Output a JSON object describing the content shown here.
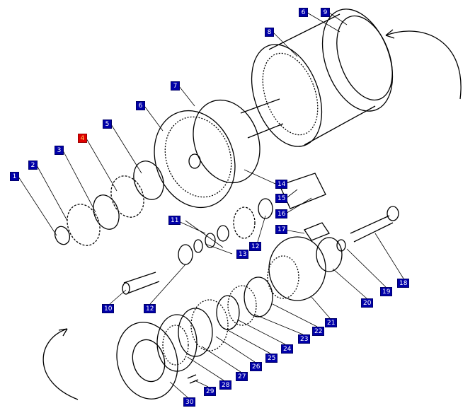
{
  "diagram": {
    "colors": {
      "callout": "#0000a8",
      "callout_selected": "#e00000",
      "callout_selected_text": "#ffe066",
      "line": "#000000"
    },
    "selected": "4",
    "callouts": [
      {
        "id": "c1",
        "label": "1"
      },
      {
        "id": "c2",
        "label": "2"
      },
      {
        "id": "c3",
        "label": "3"
      },
      {
        "id": "c4",
        "label": "4"
      },
      {
        "id": "c5",
        "label": "5"
      },
      {
        "id": "c6a",
        "label": "6"
      },
      {
        "id": "c7",
        "label": "7"
      },
      {
        "id": "c8",
        "label": "8"
      },
      {
        "id": "c6b",
        "label": "6"
      },
      {
        "id": "c9",
        "label": "9"
      },
      {
        "id": "c14",
        "label": "14"
      },
      {
        "id": "c15",
        "label": "15"
      },
      {
        "id": "c16",
        "label": "16"
      },
      {
        "id": "c17",
        "label": "17"
      },
      {
        "id": "c11",
        "label": "11"
      },
      {
        "id": "c12a",
        "label": "12"
      },
      {
        "id": "c13",
        "label": "13"
      },
      {
        "id": "c10",
        "label": "10"
      },
      {
        "id": "c12b",
        "label": "12"
      },
      {
        "id": "c18",
        "label": "18"
      },
      {
        "id": "c19",
        "label": "19"
      },
      {
        "id": "c20",
        "label": "20"
      },
      {
        "id": "c21",
        "label": "21"
      },
      {
        "id": "c22",
        "label": "22"
      },
      {
        "id": "c23",
        "label": "23"
      },
      {
        "id": "c24",
        "label": "24"
      },
      {
        "id": "c25",
        "label": "25"
      },
      {
        "id": "c26",
        "label": "26"
      },
      {
        "id": "c27",
        "label": "27"
      },
      {
        "id": "c28",
        "label": "28"
      },
      {
        "id": "c29",
        "label": "29"
      },
      {
        "id": "c30",
        "label": "30"
      }
    ]
  }
}
